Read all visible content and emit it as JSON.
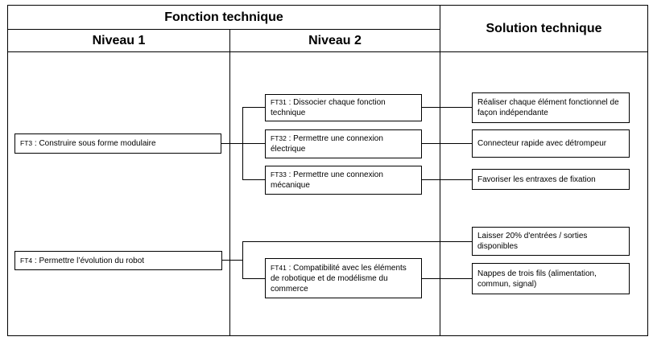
{
  "headers": {
    "fonction_technique": "Fonction technique",
    "niveau1": "Niveau 1",
    "niveau2": "Niveau 2",
    "solution_technique": "Solution technique"
  },
  "niveau1": {
    "ft3": {
      "code": "FT3",
      "text": " : Construire sous forme modulaire"
    },
    "ft4": {
      "code": "FT4",
      "text": " : Permettre l’évolution du robot"
    }
  },
  "niveau2": {
    "ft31": {
      "code": "FT31",
      "text": " : Dissocier chaque fonction technique"
    },
    "ft32": {
      "code": "FT32",
      "text": " : Permettre une connexion électrique"
    },
    "ft33": {
      "code": "FT33",
      "text": " : Permettre une connexion mécanique"
    },
    "ft41": {
      "code": "FT41",
      "text": " : Compatibilité avec les éléments de robotique et de modélisme du commerce"
    }
  },
  "solutions": {
    "s31": "Réaliser chaque élément fonctionnel de façon indépendante",
    "s32": "Connecteur rapide avec détrompeur",
    "s33": "Favoriser les entraxes de fixation",
    "s41a": "Laisser 20% d'entrées / sorties disponibles",
    "s41b": "Nappes de trois fils (alimentation, commun, signal)"
  }
}
